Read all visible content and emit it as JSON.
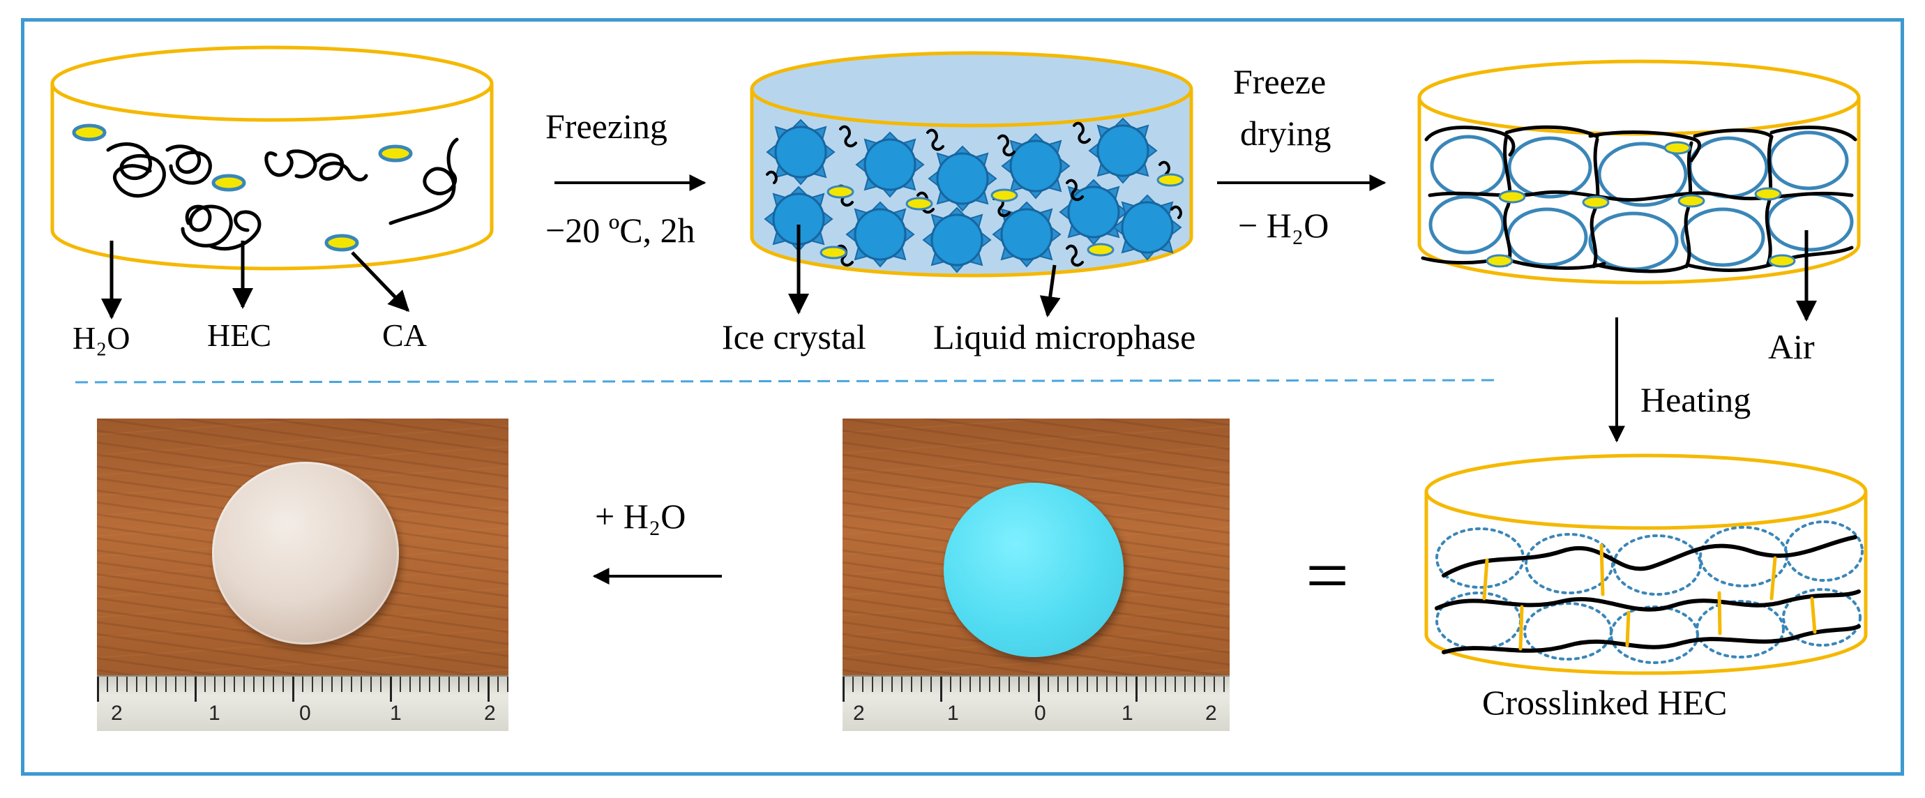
{
  "diagram": {
    "stage1": {
      "labels": {
        "water": "H₂O",
        "hec": "HEC",
        "ca": "CA"
      }
    },
    "step_freezing": {
      "label": "Freezing",
      "condition": "−20 ºC, 2h"
    },
    "stage2": {
      "labels": {
        "ice": "Ice crystal",
        "liquid": "Liquid microphase"
      }
    },
    "step_freeze_drying": {
      "label_line1": "Freeze",
      "label_line2": "drying",
      "condition": "− H₂O"
    },
    "stage3": {
      "labels": {
        "air": "Air"
      }
    },
    "step_heating": {
      "label": "Heating"
    },
    "stage4": {
      "label": "Crosslinked HEC"
    },
    "equals_symbol": "=",
    "step_add_water": {
      "label": "+ H₂O"
    },
    "ruler_numbers": [
      "2",
      "1",
      "0",
      "1",
      "2"
    ]
  },
  "colors": {
    "border": "#3d9ad1",
    "container_outline": "#f5b800",
    "ice_crystal": "#2b8fd0",
    "ice_liquid": "#b7d6ee",
    "crosslinker": "#f4e500",
    "pore_outline": "#3a86b8",
    "divider": "#49a5dc"
  }
}
